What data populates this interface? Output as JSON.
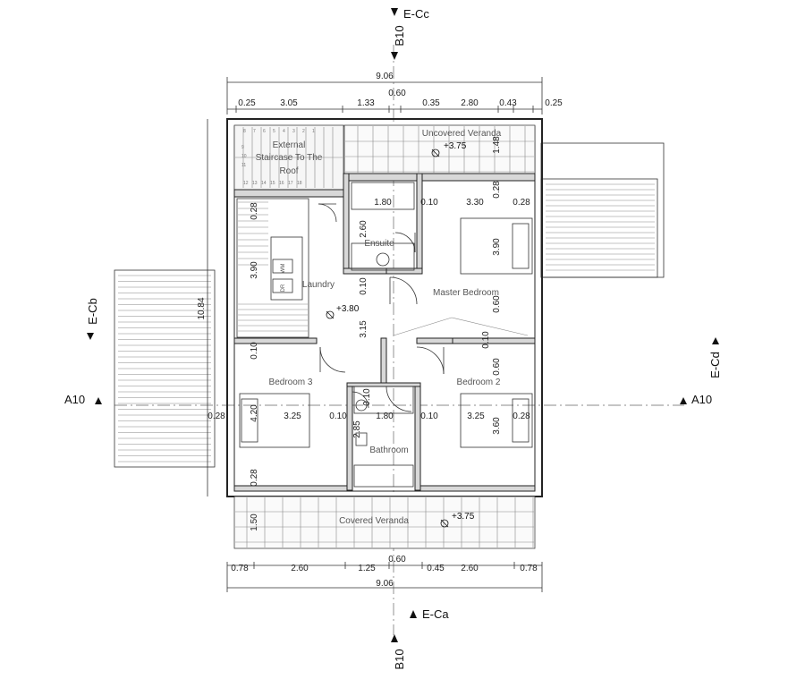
{
  "sections": {
    "top_e": "E-Cc",
    "top_b": "B10",
    "bottom_e": "E-Ca",
    "bottom_b": "B10",
    "left_e": "E-Cb",
    "right_e": "E-Cd",
    "left_a": "A10",
    "right_a": "A10"
  },
  "dims_top": {
    "overall": "9.06",
    "center": "0.60",
    "segments": [
      "0.25",
      "3.05",
      "1.33",
      "0.35",
      "2.80",
      "0.43",
      "0.25"
    ]
  },
  "dims_bottom": {
    "overall": "9.06",
    "center": "0.60",
    "segments": [
      "0.78",
      "2.60",
      "1.25",
      "0.45",
      "2.60",
      "0.78"
    ]
  },
  "dims_left": {
    "overall": "10.84",
    "segments": [
      "0.28",
      "3.90",
      "0.10",
      "4.20",
      "0.28",
      "1.50"
    ]
  },
  "dims_interior": {
    "row_mid": [
      "0.28",
      "3.25",
      "0.10",
      "1.80",
      "0.10",
      "3.25",
      "0.28"
    ],
    "row_upper": [
      "1.80",
      "0.10",
      "3.30",
      "0.28"
    ],
    "vert_right": [
      "1.48",
      "0.28",
      "3.90",
      "0.60",
      "0.10",
      "0.60",
      "3.60"
    ],
    "vert_center": [
      "2.60",
      "0.10",
      "3.15",
      "0.10",
      "2.85"
    ]
  },
  "rooms": {
    "stair_line1": "External",
    "stair_line2": "Staircase To The",
    "stair_line3": "Roof",
    "uncovered_veranda": "Uncovered Veranda",
    "ensuite": "Ensuite",
    "laundry": "Laundry",
    "master_bedroom": "Master Bedroom",
    "bedroom3": "Bedroom 3",
    "bedroom2": "Bedroom 2",
    "bathroom": "Bathroom",
    "covered_veranda": "Covered Veranda",
    "wm": "WM",
    "dr": "DR"
  },
  "levels": {
    "uncovered": "+3.75",
    "laundry": "+3.80",
    "covered": "+3.75"
  },
  "stair_numbers": [
    "8",
    "7",
    "6",
    "5",
    "4",
    "3",
    "2",
    "1",
    "9",
    "10",
    "11",
    "12",
    "13",
    "14",
    "15",
    "16",
    "17",
    "18"
  ]
}
